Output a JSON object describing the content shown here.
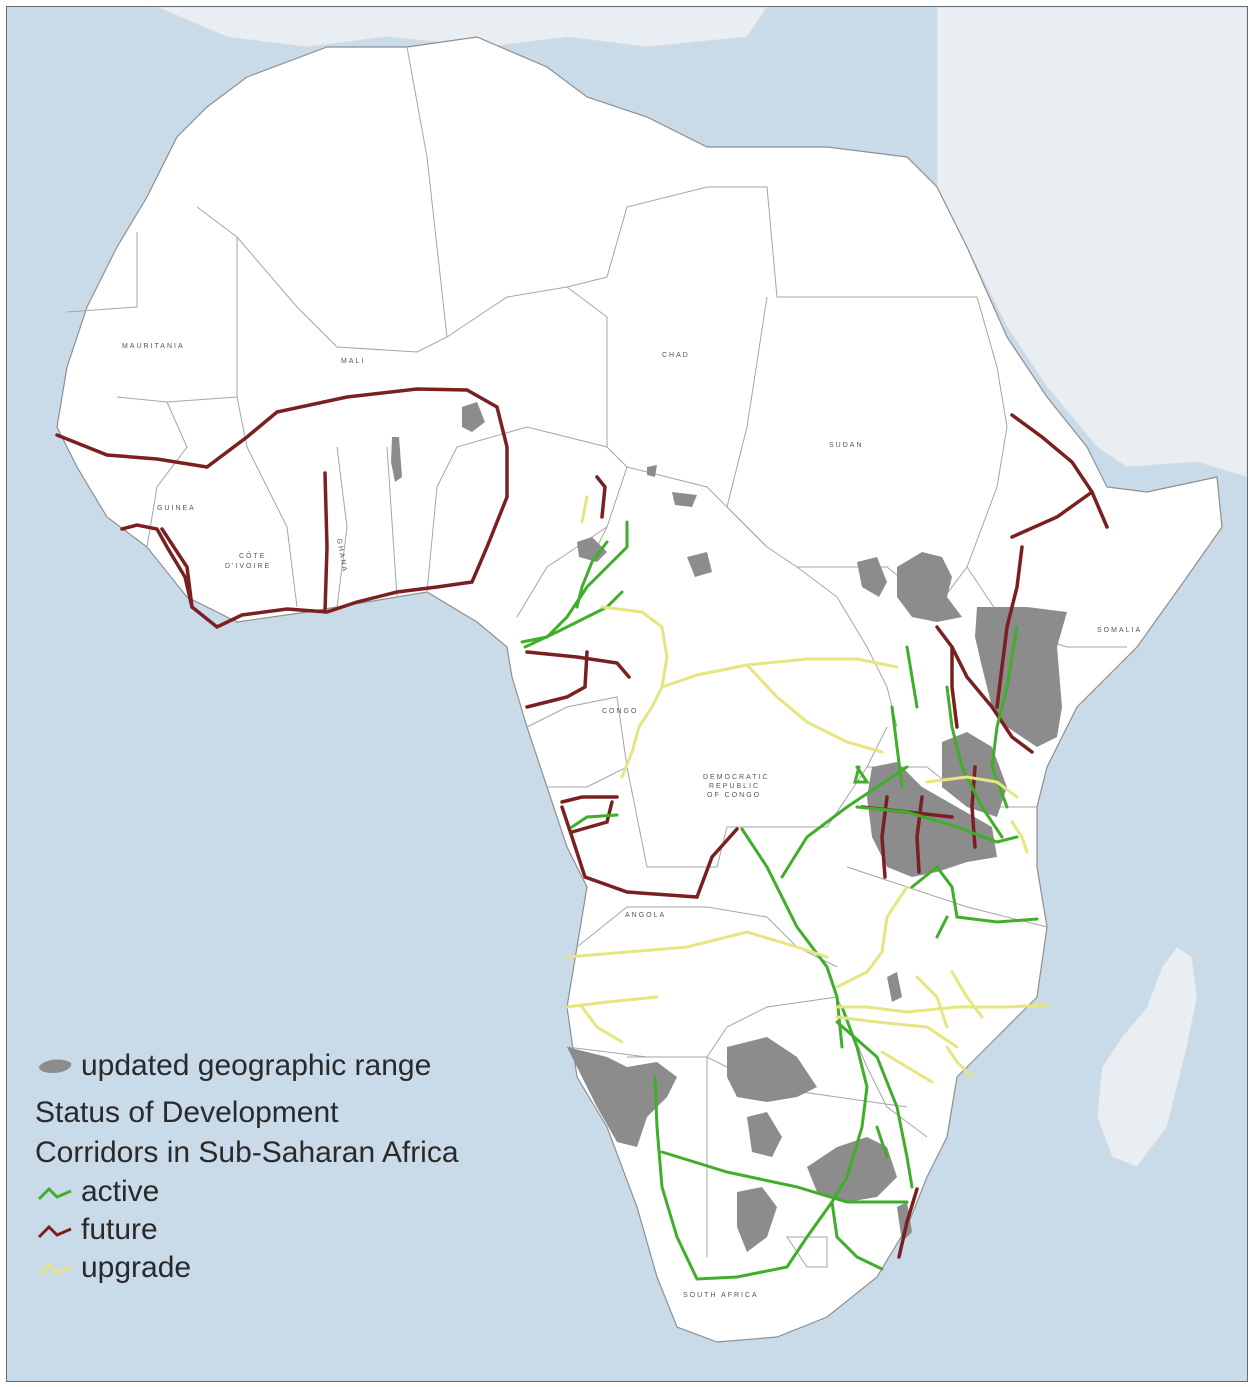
{
  "legend": {
    "range_label": "updated geographic range",
    "title_line1": "Status of Development",
    "title_line2": "Corridors in Sub-Saharan Africa",
    "items": [
      {
        "label": "active",
        "color": "#3fae2a"
      },
      {
        "label": "future",
        "color": "#7a2020"
      },
      {
        "label": "upgrade",
        "color": "#e6e680"
      }
    ]
  },
  "country_labels": {
    "mauritania": "MAURITANIA",
    "mali": "MALI",
    "chad": "CHAD",
    "sudan": "SUDAN",
    "guinea": "GUINEA",
    "cote_divoire_1": "CÔTE",
    "cote_divoire_2": "D'IVOIRE",
    "ghana": "GHANA",
    "somalia": "SOMALIA",
    "congo": "CONGO",
    "drc_1": "DEMOCRATIC",
    "drc_2": "REPUBLIC",
    "drc_3": "OF CONGO",
    "angola": "ANGOLA",
    "south_africa": "SOUTH AFRICA"
  },
  "colors": {
    "ocean": "#c9dbe9",
    "land": "#ffffff",
    "outside_land": "#e9eef2",
    "border": "#9a9a9a",
    "range": "#8c8c8c"
  }
}
